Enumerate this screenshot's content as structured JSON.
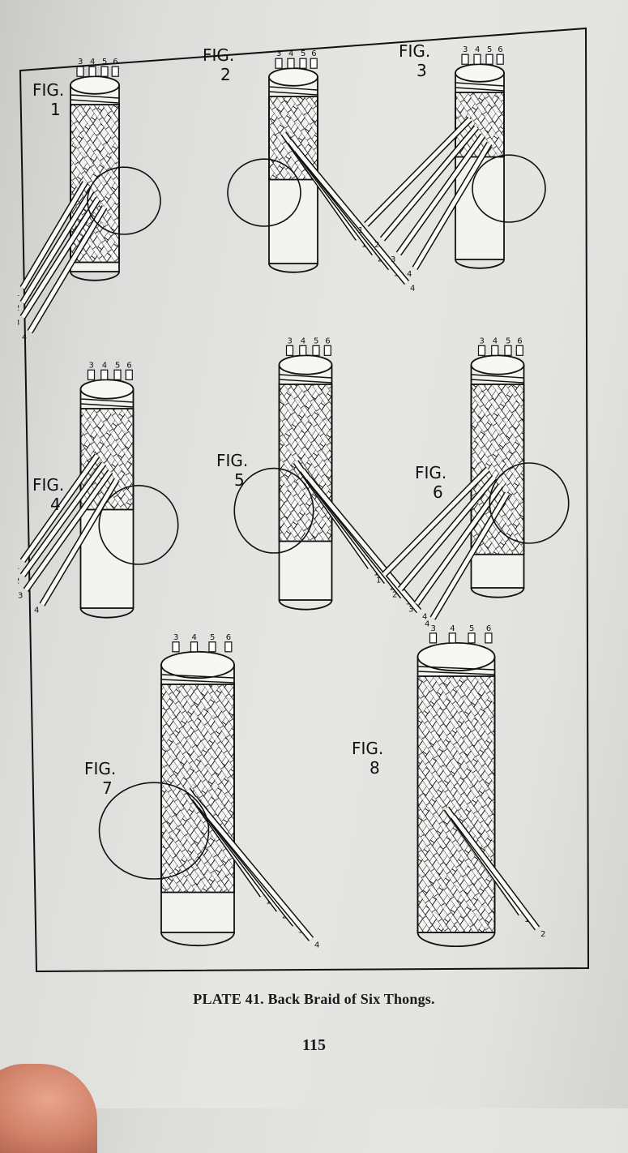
{
  "plate": {
    "caption": "PLATE 41. Back Braid of Six Thongs.",
    "page_number": "115"
  },
  "figures": [
    {
      "label": "FIG. 1",
      "line1": "FIG.",
      "line2": "1"
    },
    {
      "label": "FIG. 2",
      "line1": "FIG.",
      "line2": "2"
    },
    {
      "label": "FIG. 3",
      "line1": "FIG.",
      "line2": "3"
    },
    {
      "label": "FIG. 4",
      "line1": "FIG.",
      "line2": "4"
    },
    {
      "label": "FIG. 5",
      "line1": "FIG.",
      "line2": "5"
    },
    {
      "label": "FIG. 6",
      "line1": "FIG.",
      "line2": "6"
    },
    {
      "label": "FIG. 7",
      "line1": "FIG.",
      "line2": "7"
    },
    {
      "label": "FIG. 8",
      "line1": "FIG.",
      "line2": "8"
    }
  ],
  "thong_numbers": [
    "1",
    "2",
    "3",
    "4",
    "5",
    "6"
  ],
  "colors": {
    "ink": "#111111",
    "paper": "#e3e3e0",
    "thong_fill": "#f4f4f1"
  }
}
